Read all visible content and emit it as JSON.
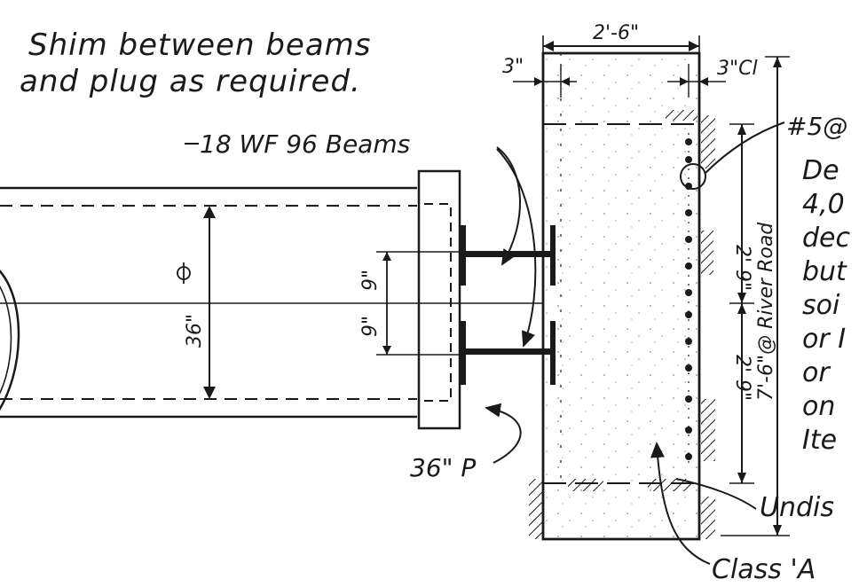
{
  "notes": {
    "shim_line1": "Shim between beams",
    "shim_line2": "and plug as required.",
    "beams": "18 WF 96 Beams",
    "pipe_dia": "36\" P",
    "rebar": "#5@",
    "undisturbed": "Undis",
    "class_a": "Class 'A",
    "rebar_spacing": "7'-6\"@ River Road"
  },
  "side_note_lines": [
    "De",
    "4,0",
    "dec",
    "but",
    "soi",
    "or I",
    "or",
    "on",
    "Ite"
  ],
  "dimensions": {
    "width": "2'-6\"",
    "cover_left": "3\"",
    "cover_right": "3\"Cl",
    "beam_gap_top": "9\"",
    "beam_gap_bottom": "9\"",
    "pipe_height": "36\"",
    "upper_half": "2'-9\"",
    "lower_half": "2'-9\""
  },
  "colors": {
    "ink": "#1a1a1a",
    "paper": "#ffffff"
  }
}
